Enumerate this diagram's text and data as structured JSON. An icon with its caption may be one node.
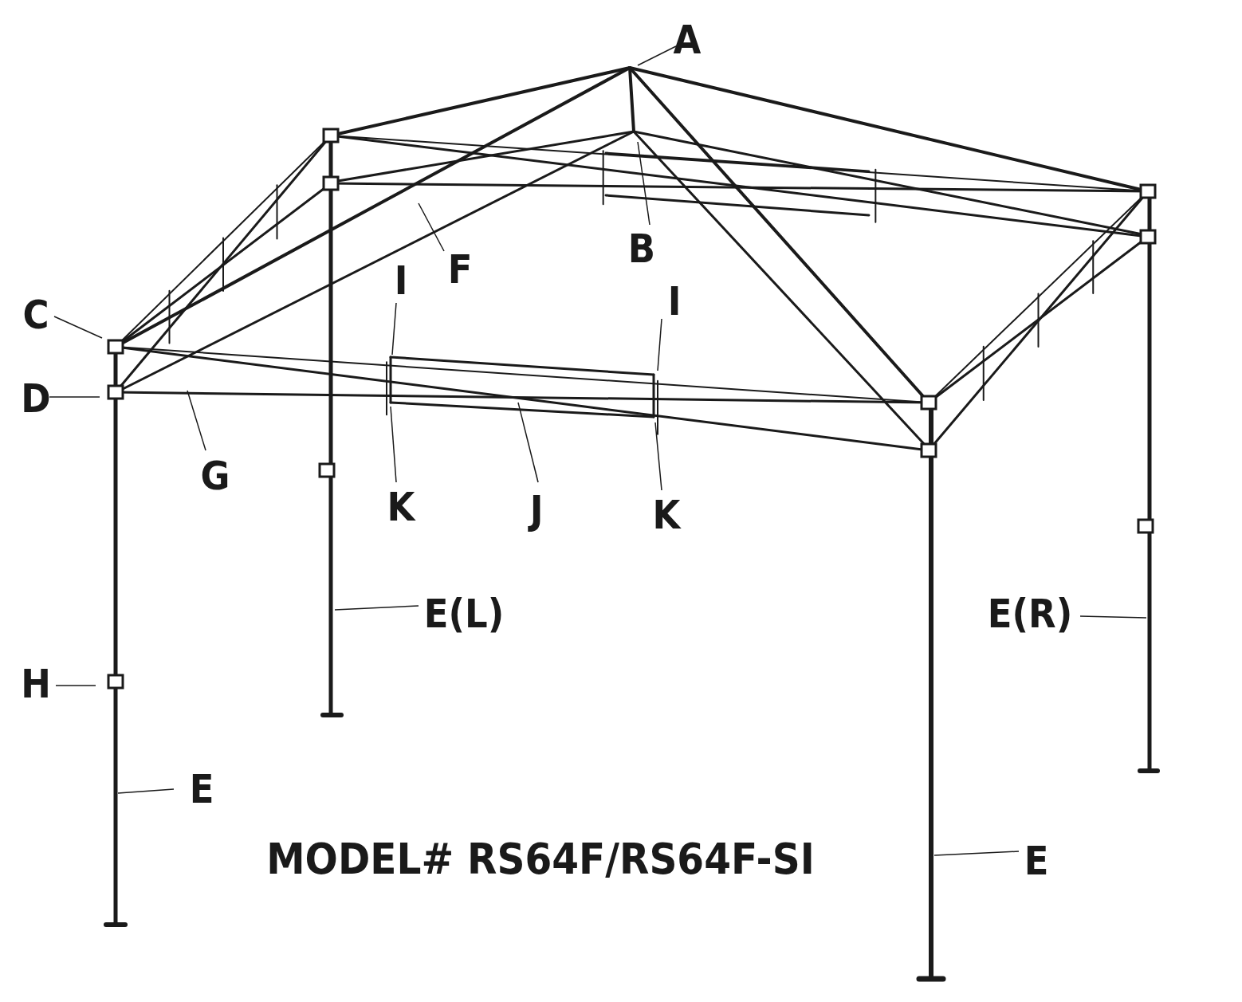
{
  "diagram": {
    "title": "MODEL# RS64F/RS64F-SI",
    "nodes": [
      {
        "text": [
          "A"
        ]
      },
      {
        "text": [
          "B"
        ]
      },
      {
        "text": [
          "F"
        ]
      },
      {
        "text": [
          "C"
        ]
      },
      {
        "text": [
          "I"
        ]
      },
      {
        "text": [
          "I"
        ]
      },
      {
        "text": [
          "D"
        ]
      },
      {
        "text": [
          "G"
        ]
      },
      {
        "text": [
          "K"
        ]
      },
      {
        "text": [
          "J"
        ]
      },
      {
        "text": [
          "K"
        ]
      },
      {
        "text": [
          "E(L)"
        ]
      },
      {
        "text": [
          "E(R)"
        ]
      },
      {
        "text": [
          "H"
        ]
      },
      {
        "text": [
          "E"
        ]
      },
      {
        "text": [
          "E"
        ]
      }
    ],
    "edges": [
      {
        "from": 0,
        "to": null,
        "arrow": "none"
      },
      {
        "from": 1,
        "to": null,
        "arrow": "none"
      },
      {
        "from": 2,
        "to": null,
        "arrow": "none"
      },
      {
        "from": 3,
        "to": null,
        "arrow": "none"
      },
      {
        "from": 4,
        "to": null,
        "arrow": "none"
      },
      {
        "from": 5,
        "to": null,
        "arrow": "none"
      },
      {
        "from": 6,
        "to": null,
        "arrow": "none"
      },
      {
        "from": 7,
        "to": null,
        "arrow": "none"
      },
      {
        "from": 8,
        "to": null,
        "arrow": "none"
      },
      {
        "from": 9,
        "to": null,
        "arrow": "none"
      },
      {
        "from": 10,
        "to": null,
        "arrow": "none"
      },
      {
        "from": 11,
        "to": null,
        "arrow": "none"
      },
      {
        "from": 12,
        "to": null,
        "arrow": "none"
      },
      {
        "from": 13,
        "to": null,
        "arrow": "none"
      },
      {
        "from": 14,
        "to": null,
        "arrow": "none"
      },
      {
        "from": 15,
        "to": null,
        "arrow": "none"
      }
    ]
  }
}
